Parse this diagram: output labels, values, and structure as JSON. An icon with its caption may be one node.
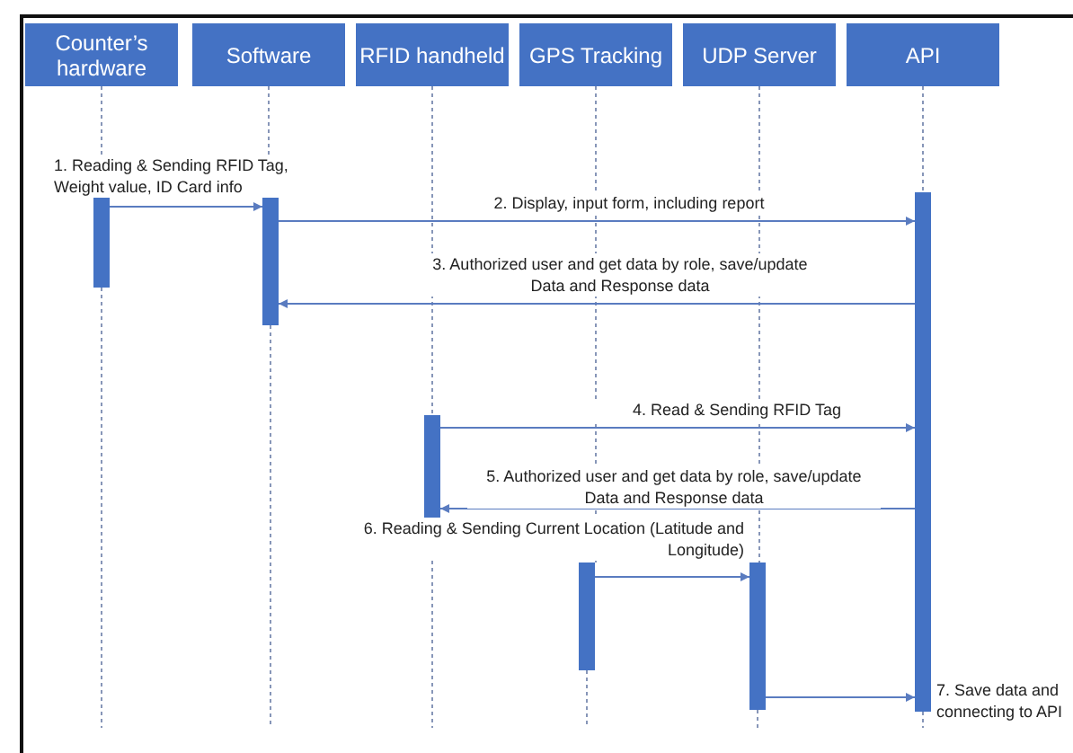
{
  "diagram": {
    "nodes": [
      {
        "text": [
          "Counter’s hardware"
        ]
      },
      {
        "text": [
          "Software"
        ]
      },
      {
        "text": [
          "RFID handheld"
        ]
      },
      {
        "text": [
          "GPS Tracking"
        ]
      },
      {
        "text": [
          "UDP Server"
        ]
      },
      {
        "text": [
          "API"
        ]
      },
      {
        "text": [],
        "shape": "bar"
      },
      {
        "text": [],
        "shape": "bar"
      },
      {
        "text": [],
        "shape": "bar"
      },
      {
        "text": [],
        "shape": "bar"
      },
      {
        "text": [],
        "shape": "bar"
      },
      {
        "text": [],
        "shape": "bar"
      }
    ],
    "edges": [
      {
        "from": 0,
        "to": 6,
        "arrow": "none",
        "style": "dashed"
      },
      {
        "from": 1,
        "to": 7,
        "arrow": "none",
        "style": "dashed"
      },
      {
        "from": 2,
        "to": 9,
        "arrow": "none",
        "style": "dashed"
      },
      {
        "from": 3,
        "to": 10,
        "arrow": "none",
        "style": "dashed"
      },
      {
        "from": 4,
        "to": 11,
        "arrow": "none",
        "style": "dashed"
      },
      {
        "from": 5,
        "to": 8,
        "arrow": "none",
        "style": "dashed"
      },
      {
        "from": 6,
        "to": null,
        "arrow": "none",
        "style": "dashed"
      },
      {
        "from": 7,
        "to": null,
        "arrow": "none",
        "style": "dashed"
      },
      {
        "from": 9,
        "to": null,
        "arrow": "none",
        "style": "dashed"
      },
      {
        "from": 10,
        "to": null,
        "arrow": "none",
        "style": "dashed"
      },
      {
        "from": 11,
        "to": null,
        "arrow": "none",
        "style": "dashed"
      },
      {
        "from": 8,
        "to": null,
        "arrow": "none",
        "style": "dashed"
      },
      {
        "from": 6,
        "to": 7,
        "arrow": "to",
        "color": "#5a7cc0",
        "label": "1. Reading & Sending RFID Tag, Weight value, ID Card info"
      },
      {
        "from": 7,
        "to": 8,
        "arrow": "to",
        "color": "#5a7cc0",
        "label": "2. Display, input form, including report"
      },
      {
        "from": 8,
        "to": 7,
        "arrow": "to",
        "color": "#5a7cc0",
        "label": "3. Authorized user and get data by role, save/update Data and Response data"
      },
      {
        "from": 9,
        "to": 8,
        "arrow": "to",
        "color": "#5a7cc0",
        "label": "4. Read & Sending RFID Tag"
      },
      {
        "from": 8,
        "to": 9,
        "arrow": "to",
        "color": "#5a7cc0",
        "label": "5. Authorized user and get data by role, save/update Data and Response data"
      },
      {
        "from": 10,
        "to": 11,
        "arrow": "to",
        "color": "#5a7cc0",
        "label": "6. Reading & Sending Current Location (Latitude and Longitude)"
      },
      {
        "from": 11,
        "to": 8,
        "arrow": "to",
        "color": "#5a7cc0",
        "label": "7. Save data and connecting to API"
      }
    ]
  }
}
